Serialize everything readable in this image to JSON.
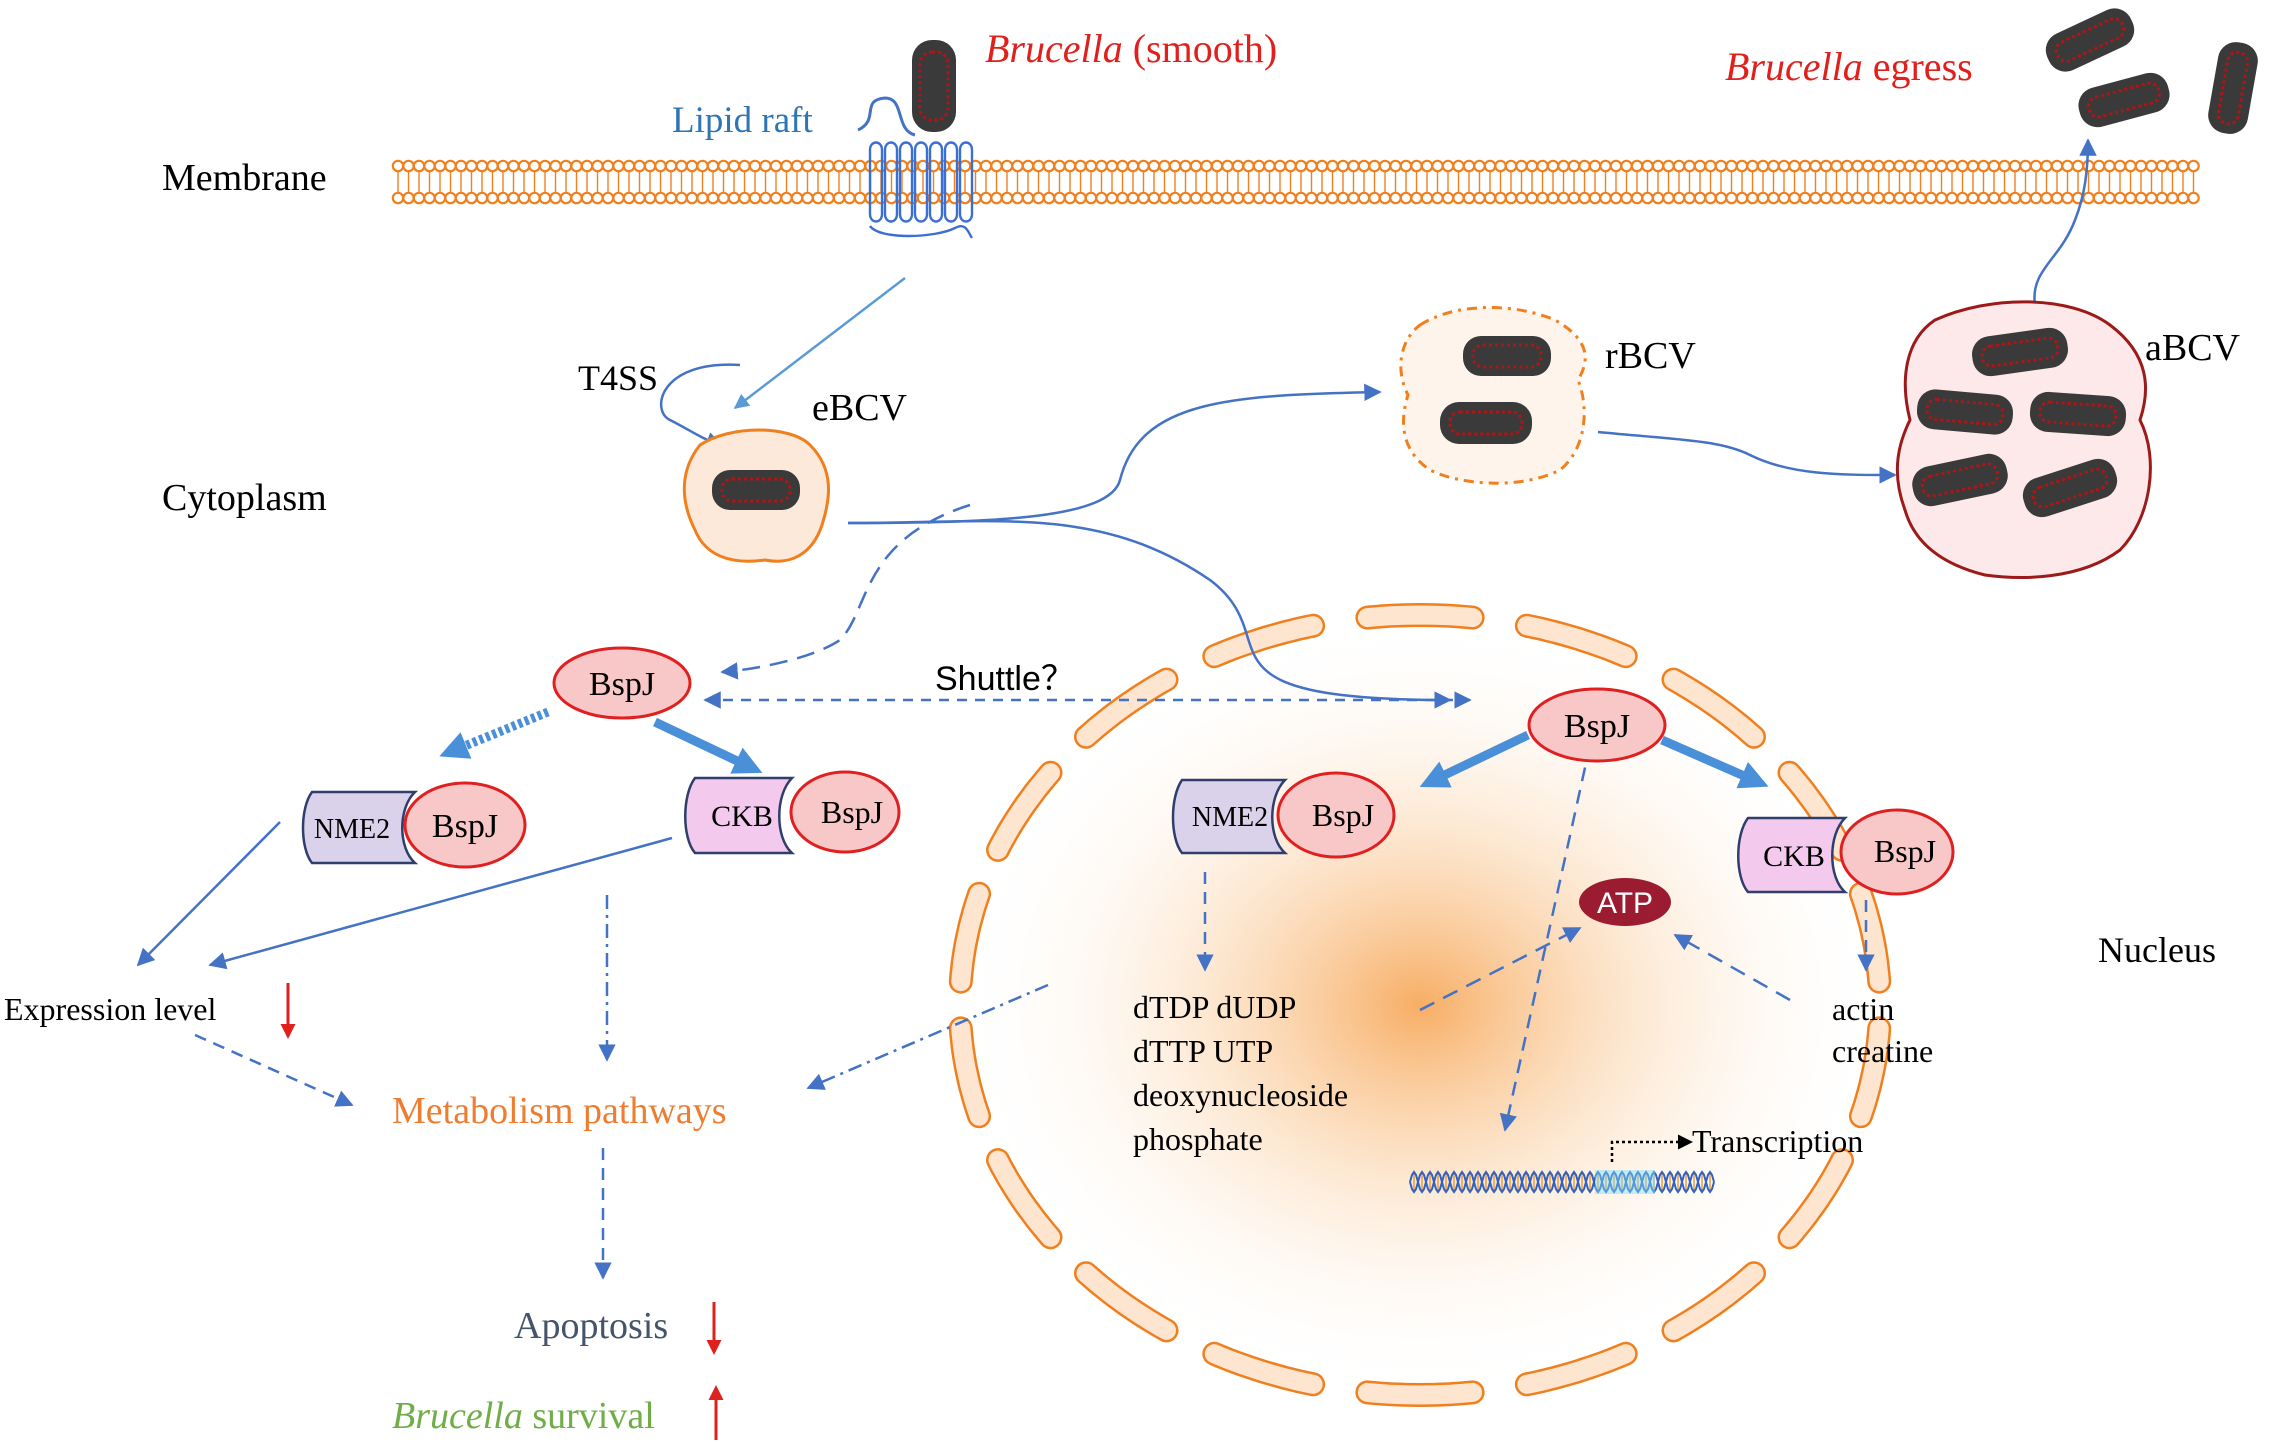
{
  "labels": {
    "membrane": "Membrane",
    "cytoplasm": "Cytoplasm",
    "nucleus": "Nucleus",
    "lipid_raft": "Lipid raft",
    "t4ss": "T4SS",
    "ebcv": "eBCV",
    "rbcv": "rBCV",
    "abcv": "aBCV",
    "shuttle": "Shuttle？",
    "brucella_smooth_italic": "Brucella",
    "brucella_smooth_rest": " (smooth)",
    "brucella_egress_italic": "Brucella",
    "brucella_egress_rest": " egress",
    "expression_level": "Expression level",
    "metabolism": "Metabolism pathways",
    "apoptosis": "Apoptosis",
    "survival_italic": "Brucella",
    "survival_rest": " survival",
    "transcription": "Transcription",
    "atp": "ATP"
  },
  "proteins": {
    "bspj": "BspJ",
    "nme2": "NME2",
    "ckb": "CKB"
  },
  "products_nme2": [
    "dTDP  dUDP",
    "dTTP  UTP",
    "deoxynucleoside",
    "phosphate"
  ],
  "products_ckb": [
    "actin",
    "creatine"
  ],
  "colors": {
    "membrane": "#f07f1e",
    "arrow": "#4472c4",
    "red_text": "#e0201c",
    "orange_text": "#ed7d31",
    "green_text": "#70ad47",
    "navy_text": "#44546a",
    "bspj_fill": "#f8c8c8",
    "bspj_stroke": "#e02020",
    "bacterium": "#3a3a3a",
    "nme2_fill": "#d9d2ea",
    "ckb_fill": "#f3c9ee",
    "atp_fill": "#9b1b30"
  }
}
